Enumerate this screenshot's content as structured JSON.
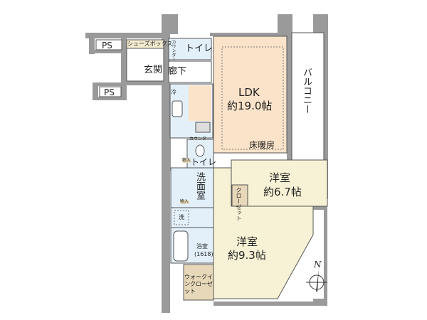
{
  "colors": {
    "ldk": "#fbe3c9",
    "wet": "#e3f0fa",
    "room": "#f7f2d5",
    "closet": "#e6d8b8",
    "wall": "#9a9a9a"
  },
  "labels": {
    "ps1": "PS",
    "ps2": "PS",
    "shoebox": "シューズボックス",
    "toilet1": "トイレ",
    "counter1": "カウンター",
    "entrance": "玄関",
    "hall": "廊下",
    "fridge": "冷",
    "ldk": "LDK",
    "ldk_size": "約19.0帖",
    "floor_heating": "床暖房",
    "balcony": "バルコニー",
    "counter2": "カウンター",
    "toilet2": "トイレ",
    "storage1": "物入",
    "washroom": "洗面室",
    "storage2": "物入",
    "washer": "洗",
    "bath": "浴室",
    "bath_size": "(1618)",
    "wic": "ウォークインクローゼット",
    "room1": "洋室",
    "room1_size": "約6.7帖",
    "closet": "クローゼット",
    "room2": "洋室",
    "room2_size": "約9.3帖",
    "north": "N"
  }
}
